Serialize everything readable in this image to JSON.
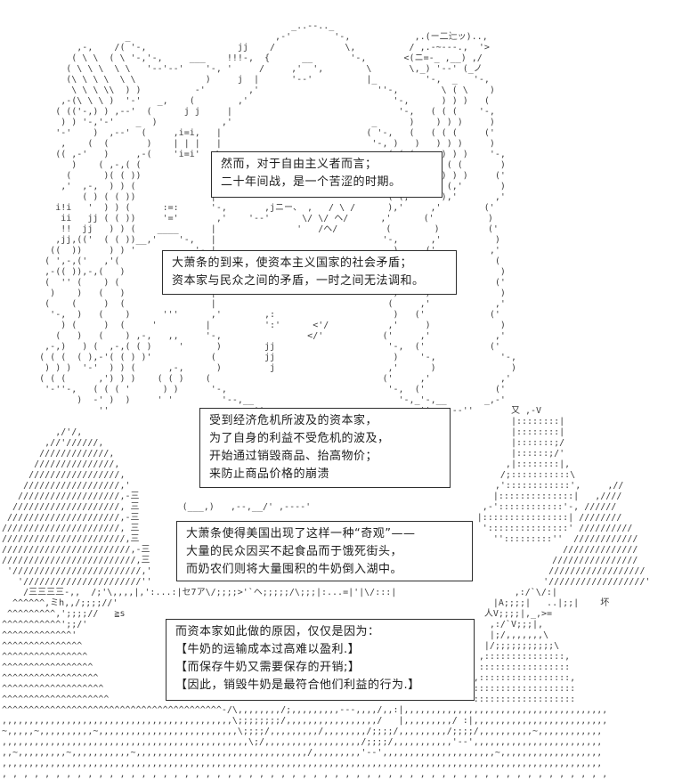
{
  "colors": {
    "background": "#ffffff",
    "art": "#3d3d3d",
    "text": "#1d1d1d",
    "box_border": "#2e2e2e"
  },
  "dialogs": [
    {
      "id": "dialog-1",
      "lines": [
        "然而，对于自由主义者而言；",
        "二十年间战，是一个苦涩的时期。"
      ]
    },
    {
      "id": "dialog-2",
      "lines": [
        "大萧条的到来，使资本主义国家的社会矛盾；",
        "资本家与民众之间的矛盾，一时之间无法调和。"
      ]
    },
    {
      "id": "dialog-3",
      "lines": [
        "受到经济危机所波及的资本家，",
        "为了自身的利益不受危机的波及，",
        "开始通过销毁商品、抬高物价；",
        "来防止商品价格的崩溃"
      ]
    },
    {
      "id": "dialog-4",
      "lines": [
        "大萧条使得美国出现了这样一种“奇观”——",
        "大量的民众因买不起食品而于饿死街头，",
        "而奶农们则将大量囤积的牛奶倒入湖中。"
      ]
    },
    {
      "id": "dialog-5",
      "lines": [
        "而资本家如此做的原因，仅仅是因为：",
        "【牛奶的运输成本过高难以盈利.】",
        "【而保存牛奶又需要保存的开销;】",
        "【因此，销毁牛奶是最符合他们利益的行为.】"
      ]
    }
  ],
  "art": {
    "lines": [
      "",
      "",
      "                                                      _..--.._",
      "                       _                           ,-'        '-,            ,.(ー二辷ッ)..,",
      "              ,-,    /( '-,                 jj    /             \\,          / ,.-~---.,  '>",
      "             ( \\ \\  ( \\ '-,'-,     ___    !!!-,  {      __       '-,       <(ニ=-_ ,__) ,/",
      "            ( \\ \\ \\  \\ \\   '--'--'    '-, '     /     ,'  ',        \\       \\,_) '--' (_ノ",
      "            (\\ \\ \\ \\  \\ \\             )     j  |      '--'          |_         '-,  _   '-,",
      "             \\ \\ \\ \\\\  ) )          -'        ,'                      ''-,        \\ ( \\    )",
      "           ,-(\\ \\ \\ )  '-'   _,    (        ,'                           '-,      ) ) )   (",
      "          ( (('-,) ) ,--'  (      j j     |                               '-,   ( ( (    '-,",
      "           ) ) '-,'-'    _  )            ,'                          _      )    ) ) )     )",
      "          '-'    )  ,--'  (     ,i=i,   |                           ( '-,   (   ( ( (     ('",
      "           ,    (  (       )    | | |   |                            '-, )   )   ) ) )     )",
      "          (( ,-'   )     ,-(    'i=i'   \\                               ( ( (     ) ) )    '-,",
      "             )    ( ,-,( (               |                               ) ) )   ( ( (       )",
      "            (      )( ( ))               |                              ( ( (     ) ) )     ('",
      "           ,'  ,-,  ) ) (               ,'                               ) ) )   ( (,'       )",
      "               ( ) ( ( ))              |                                ( (,'     ),'       ,'",
      "          i!i   '  ) ) (      :=:      '-,       ,jニー、 ,   / \\ /      ),'     ,'        ('",
      "           ii   jj ( ( ))     '='       ,'    '--'      \\/ \\/ ヘ/      ,'      ('          )",
      "           !!  jj   ) ) (    ____      |               '   /ヘ/         (        )         ('",
      "          ,jj,(('  ( ( ))__,'    '-,   |                               '-,      ,'          )",
      "         ((  ))     ) ) '           '-,|                                 )     ('          ,'",
      "        ( ',-,('   ,'(                 |                                ,'      )           (",
      "        ,-(( )),-,(   )                |                               |       ,'            )",
      "        (  '' (    ) (                 |                               '-,    ('            ('",
      "         )    )   (   )                |                                 )     )             )",
      "        (    (     )  (                |                                (     ,'            ,'",
      "         '-,  )   (    )      '''      ,'        ,:                      )   ('            ('",
      "           ) (     )  (     '         |          ':'      <'/           ,'     )             )",
      "          (   )   (    ) ,-,   ,,     '-,                </'           ('     ,'            ,'",
      "        ,-,)   ) (  ,-,( ( )     '      )        jj                     '-,  ('            ('",
      "       ( ( (  ( ),-'( ( ) )'           (         jj                      )    '-,            '-,",
      "        ) ) )  '-'  ) ) (      ,-,      )         j                     ,'      )              )",
      "       ( ( (      ,') ) )    ( ( )    (                                ('     ,'             ,'",
      "        '-''-,   ( ( ( '      ) )      '-,                              '-,  ('             ('",
      "              )  -' )  )     ' '         '--,__                           '-,_'-,__       _,-'",
      "                  ''                           ''--,,__                       ''--,,--''       又 ,-V",
      "                                                       ''--,,---,,--''                         |::::::::|",
      "          ,/'/,                                                                                |::::::::|",
      "        ,//'//////,                                                                            |:::::::;/",
      "       /////////////,                                                                          |::::::;/'",
      "      ///////////////,                                                                        ,|::::::::|,",
      "     /////////////////,                                                                      /;:::::::::::\\",
      "    //////////////////,'                                                                    ,'::::::::::::',     ,//",
      "   ///////////////////,-三                                                                  |::::::::::::::|   ,////",
      "  ////////////////////, 三        (___,)   ,--,__/' ,----'                                ,-'::::::::::::'-, //////",
      " /////////////////////,-三                                                               |::::::::::::::::| ////////",
      "//////////////////////, 三                                                                ':::::::::::::::' //////////",
      "///////////////////////,三                                                                  '':::::::::''  ////////////",
      "////////////////////////,-三                                                                             //////////////",
      "/////////////////////////,三                                                                           ////////////////",
      " '////////////////////////,'                                                                          //////////////////",
      "   '//////////////////////''                                                                         '//////////////////'",
      "    /三三三三-,,  /;'\\,,,,|,':...:|セ7ア\\/;;;;>'`ヘ;;;;;/\\;;;|:...=|'|\\/:::|                      ,:/`\\/:|",
      "  ^^^^^^,ミh,,/;;;;//'                                                                      |A;;;;|   ..|;;|    坏",
      " ^^^^^^^^^,';;;;//   ≧s                                                                   人V;;;;|,_,>=",
      "^^^^^^^^^^^';;/'                                                                           ,:/`V;;;|,",
      "^^^^^^^^^^^^^'                                                                             |;/,,,,,,,\\",
      "^^^^^^^^^^^^^^^                                                                           |/;;;;;;;;;;;\\",
      "^^^^^^^^^^^^^^^^                                                                         ,:::::::::::::::,",
      "^^^^^^^^^^^^^^^^^                                                                        :::::::::::::::::",
      "^^^^^^^^^^^^^^^^^^                                                                      ,:::::::::::::::::,",
      "^^^^^^^^^^^^^^^^^^^                                                                     :::::::::::::::::::",
      "^^^^^^^^^^^^^^^^^^^^                                                                    :::::::::::::::::::",
      "^^^^^^^^^^^^^^^^^^^^^^^^^^^^^^^^^^^^^^^^^-/\\,,,,,,,,/;,,,,,,,,,---,,,,/,,:|,,,,,,,,,,,,,,,,,,,,,,,,,,,,,,,,,,,,,,",
      ",,,,,,,,,,,,,,,,,,,,,,,,,,,,,,,,,,,,,,,,,,,\\;;;;;;;;/,,,,,,,,,,,,,,,,,/   |,,,,,,,,,/ :|,,,,,,,,,,,,,,,,,,,,,,,,,",
      "~,,,,,~,,,,,,,,,,~,,,,,,,,,,,,,,,,,,,,,,,,,,\\;;;;/,,,,,,,,,/,,,,,,,,/;;;;/,,,,,,,,,/;;;;/,,,,,,,,,,~,,,,,,,,,,,,",
      ",,,,,,,,,,,,,,,,,,,,,,,,,,,,,,,,,,,,,,,,,,,,,,\\;/,,,,,,,,,,,,,,,,,,/;;;;/,,,,,,,,,,,'--',,,,,,,,,,,,,,,,,,,,,,,,",
      ",,~,,,,,,,,,~,,,,,,,,,,,~,,,,,,,,,,,,,,,,,,,,,,,,,,,,,,,,/,,,,,,,,,'--',,,,,,,,,,,,,,,,,,,,,~,,,,,,,,,,,,,,,,,,,",
      ",,,,,,,,,,,,,,,,,,,,,,,,,,,,,,,,,,,,,,,,,,,,,,,,,,,,,,,,,,,,,,,,,,,,,,,,,,,,,,,,,,,,,,,,,,,,,,,,,,,,,,,,,,,,,,,,",
      ", , , , , , , , , , , , , , , , , , , , , , , , , , , , , , , , , , , , , , , , , , , , , , , , , , , , , , , , ,"
    ]
  }
}
